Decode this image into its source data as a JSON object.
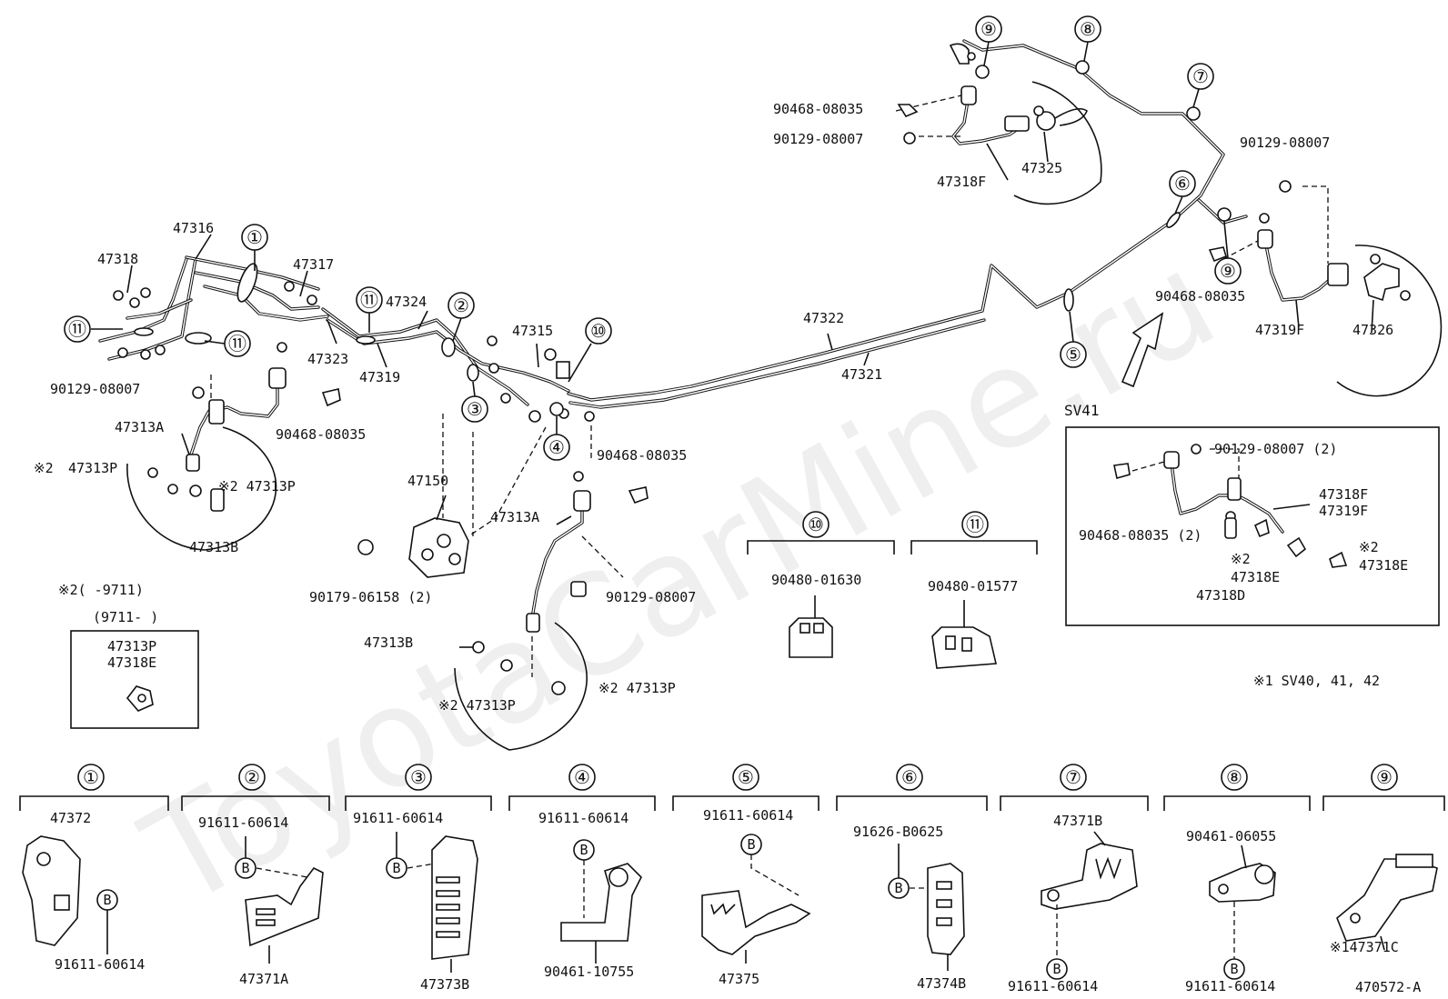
{
  "watermark": "ToyotaCarMine.ru",
  "callouts": {
    "c1": "①",
    "c2": "②",
    "c3": "③",
    "c4": "④",
    "c5": "⑤",
    "c6": "⑥",
    "c7": "⑦",
    "c8": "⑧",
    "c9": "⑨",
    "c10": "⑩",
    "c11": "⑪"
  },
  "parts": {
    "p47316": "47316",
    "p47318": "47318",
    "p47317": "47317",
    "p47324": "47324",
    "p47323": "47323",
    "p47319": "47319",
    "p47315": "47315",
    "p47322": "47322",
    "p47321": "47321",
    "p47313A": "47313A",
    "p47313P": "47313P",
    "p47313B": "47313B",
    "p47150": "47150",
    "p47318F": "47318F",
    "p47325": "47325",
    "p47319F": "47319F",
    "p47326": "47326",
    "p90468": "90468-08035",
    "p90129": "90129-08007",
    "p90179": "90179-06158 (2)",
    "p90480a": "90480-01630",
    "p90480b": "90480-01577",
    "ref_note": "※2",
    "ref_mark": "※2 47313P"
  },
  "sv41": {
    "title": "SV41",
    "p90129_2": "90129-08007 (2)",
    "p47318F": "47318F",
    "p47319F": "47319F",
    "p90468_2": "90468-08035 (2)",
    "ref": "※2",
    "p47318E": "47318E",
    "p47318D": "47318D"
  },
  "legend": {
    "ref": "※2(     -9711)",
    "ref2": "(9711-      )",
    "box_a": "47313P",
    "box_b": "47318E",
    "note1": "※1 SV40, 41, 42"
  },
  "clamps": [
    {
      "num": "①",
      "top": "47372",
      "bolt": "91611-60614",
      "bottom": "",
      "b": "B"
    },
    {
      "num": "②",
      "top": "91611-60614",
      "bottom": "47371A",
      "b": "B"
    },
    {
      "num": "③",
      "top": "91611-60614",
      "bottom": "47373B",
      "b": "B"
    },
    {
      "num": "④",
      "top": "91611-60614",
      "bottom": "90461-10755",
      "b": "B"
    },
    {
      "num": "⑤",
      "top": "91611-60614",
      "bottom": "47375",
      "b": "B"
    },
    {
      "num": "⑥",
      "top": "91626-B0625",
      "bottom": "47374B",
      "b": "B"
    },
    {
      "num": "⑦",
      "top": "47371B",
      "bottom": "91611-60614",
      "b": "B"
    },
    {
      "num": "⑧",
      "top": "90461-06055",
      "bottom": "91611-60614",
      "b": "B"
    },
    {
      "num": "⑨",
      "top": "",
      "bottom": "※147371C",
      "b": ""
    }
  ],
  "diagram_code": "470572-A"
}
